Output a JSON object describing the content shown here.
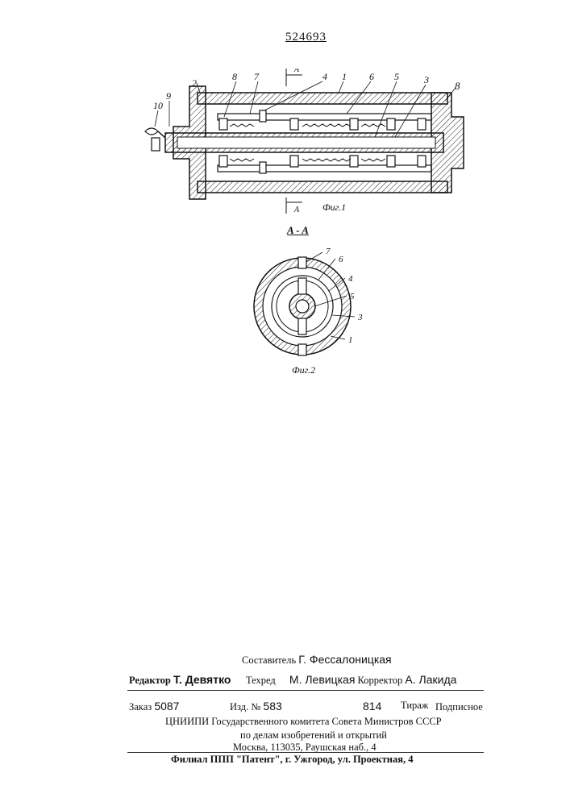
{
  "header": {
    "patent_number": "524693"
  },
  "figure1": {
    "caption": "Фиг.1",
    "section_mark": "A",
    "labels": [
      "2",
      "8",
      "7",
      "4",
      "1",
      "6",
      "5",
      "3",
      "8",
      "9",
      "10"
    ]
  },
  "figure2": {
    "section_title": "A - A",
    "caption": "Фиг.2",
    "labels": [
      "7",
      "6",
      "4",
      "5",
      "3",
      "1"
    ]
  },
  "footer": {
    "compiler_label": "Составитель",
    "compiler_name": "Г. Фессалоницкая",
    "editor_label": "Редактор",
    "editor_name": "Т. Девятко",
    "techred_label": "Техред",
    "techred_name": "М. Левицкая",
    "corrector_label": "Корректор",
    "corrector_name": "А. Лакида",
    "order_label": "Заказ",
    "order_value": "5087",
    "edition_label": "Изд. №",
    "edition_value": "583",
    "circulation_label": "Тираж",
    "circulation_value": "814",
    "subscription": "Подписное",
    "org_line1": "ЦНИИПИ Государственного комитета Совета Министров СССР",
    "org_line2": "по делам изобретений и открытий",
    "org_line3": "Москва, 113035, Раушская наб., 4",
    "branch_line": "Филиал ППП \"Патент\", г. Ужгород, ул. Проектная, 4"
  }
}
